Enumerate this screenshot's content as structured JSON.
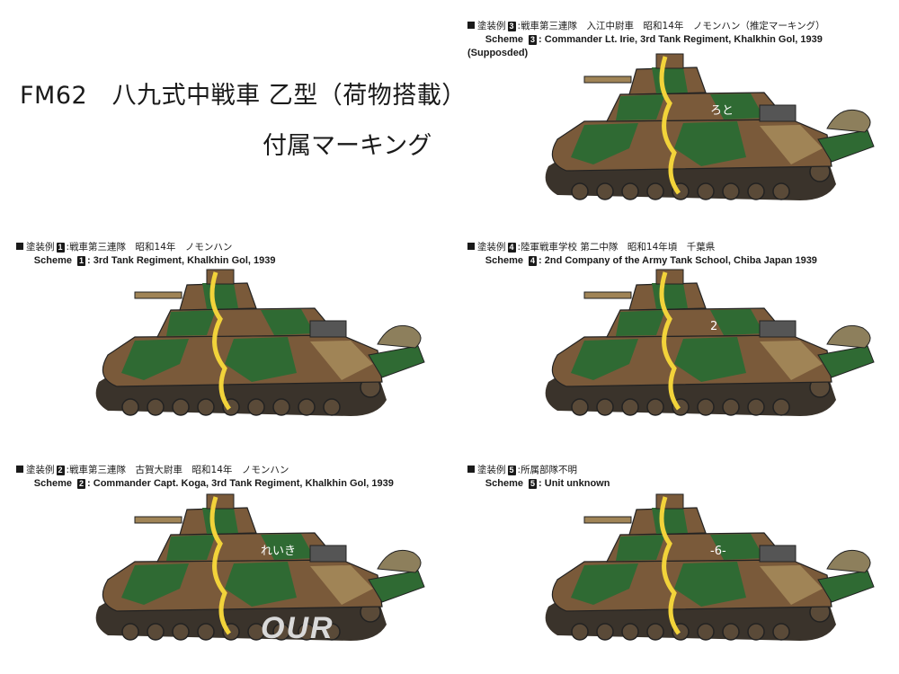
{
  "title": "FM62　八九式中戦車 乙型（荷物搭載）",
  "subtitle": "付属マーキング",
  "schemes": [
    {
      "num": "3",
      "jp": "戦車第三連隊　入江中尉車　昭和14年　ノモンハン（推定マーキング）",
      "lbl": "Scheme",
      "en": "Commander Lt. Irie, 3rd Tank Regiment, Khalkhin Gol, 1939",
      "cont": "(Supposded)",
      "hull_mark": "ろと"
    },
    {
      "num": "1",
      "jp": "戦車第三連隊　昭和14年　ノモンハン",
      "lbl": "Scheme",
      "en": "3rd Tank Regiment, Khalkhin Gol, 1939",
      "hull_mark": ""
    },
    {
      "num": "4",
      "jp": "陸軍戦車学校 第二中隊　昭和14年頃　千葉県",
      "lbl": "Scheme",
      "en": "2nd Company of the Army Tank School, Chiba Japan 1939",
      "hull_mark": "2"
    },
    {
      "num": "2",
      "jp": "戦車第三連隊　古賀大尉車　昭和14年　ノモンハン",
      "lbl": "Scheme",
      "en": "Commander Capt. Koga, 3rd Tank Regiment, Khalkhin Gol, 1939",
      "hull_mark": "れいき"
    },
    {
      "num": "5",
      "jp": "所属部隊不明",
      "lbl": "Scheme",
      "en": "Unit unknown",
      "hull_mark": "-6-"
    }
  ],
  "colors": {
    "brown": "#7a5a3a",
    "green": "#2f6a33",
    "tan": "#a08456",
    "yellow": "#f2d33a",
    "track": "#3a332b",
    "wheel": "#5a4a38",
    "tarp": "#8d7f5c"
  },
  "watermark": "OUR"
}
